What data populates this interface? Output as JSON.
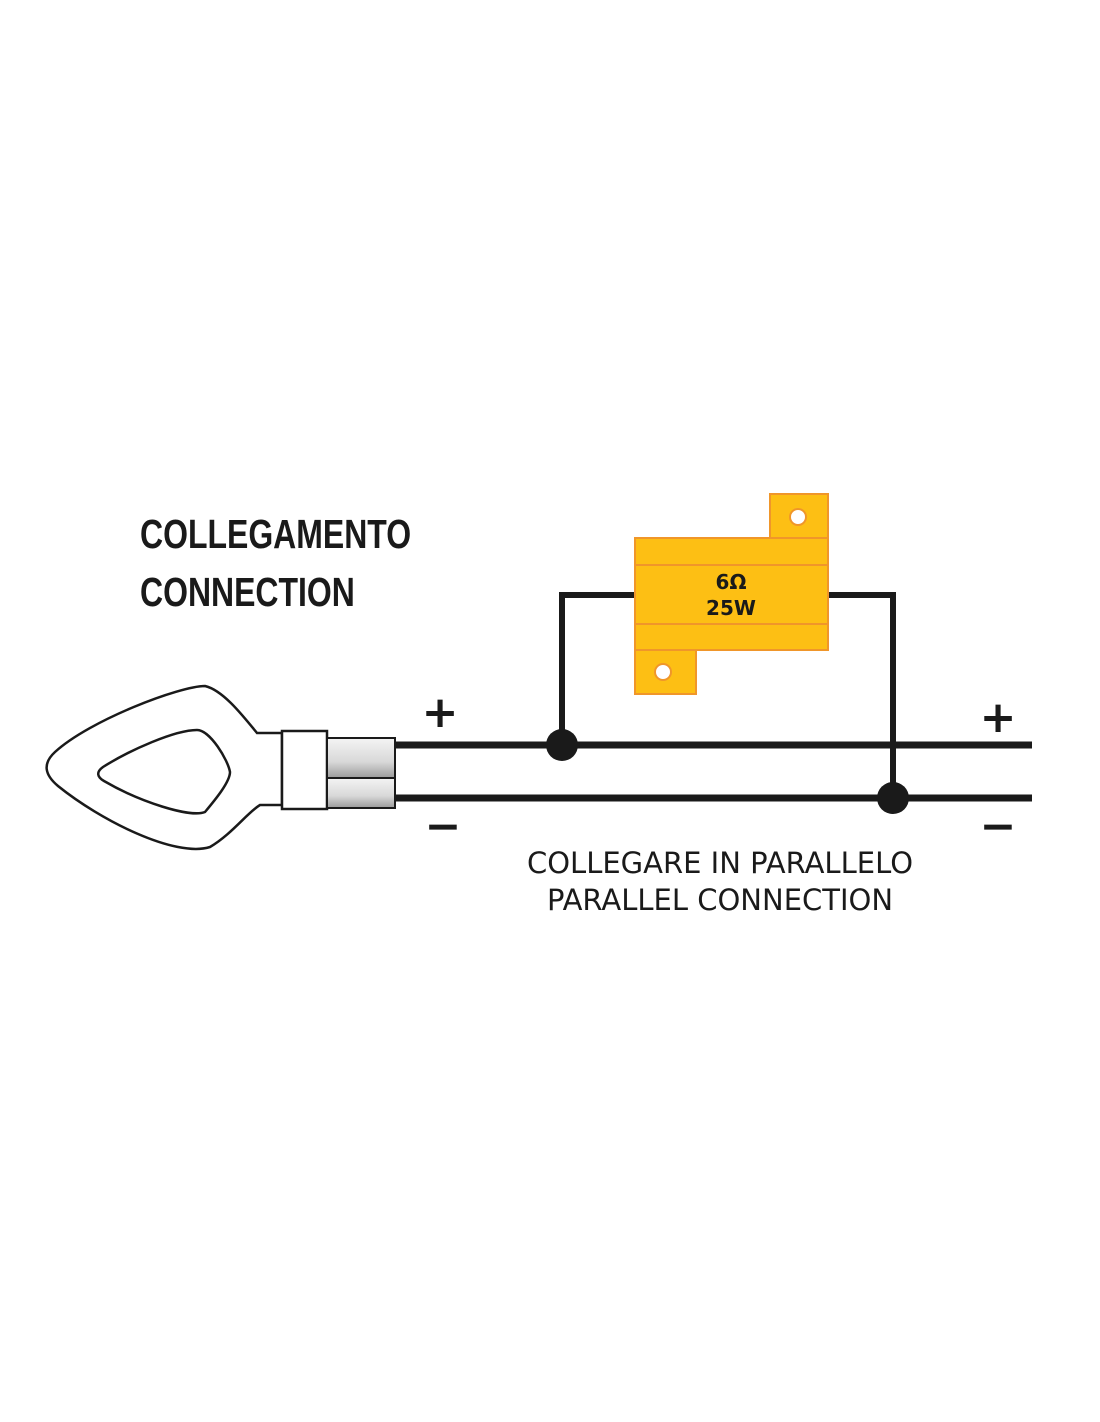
{
  "title": {
    "line1": "COLLEGAMENTO",
    "line2": "CONNECTION"
  },
  "resistor": {
    "resistance": "6Ω",
    "power": "25W",
    "color": "#fdbf14",
    "edge_color": "#f0962a"
  },
  "polarity": {
    "plus": "+",
    "minus": "−"
  },
  "caption": {
    "line1": "COLLEGARE IN PARALLELO",
    "line2": "PARALLEL CONNECTION"
  },
  "wire_color": "#1a1a1a"
}
